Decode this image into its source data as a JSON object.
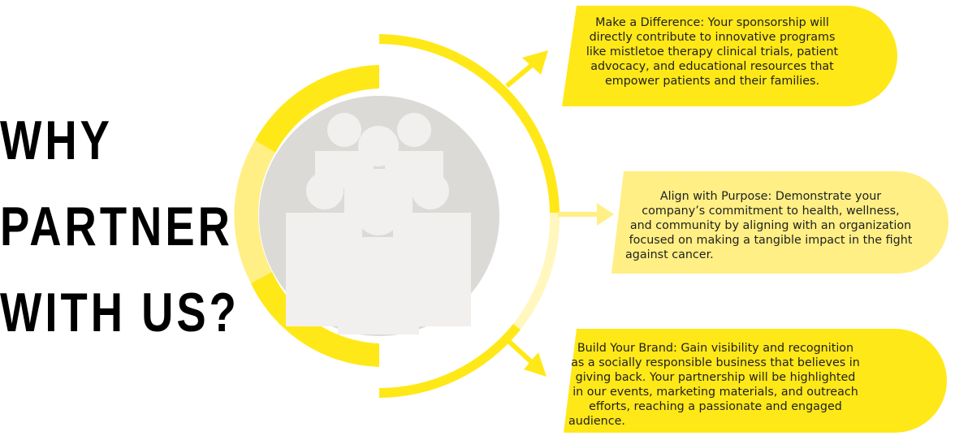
{
  "headline": [
    "WHY",
    "PARTNER",
    "WITH US?"
  ],
  "colors": {
    "yellow": "#ffe817",
    "pale_yellow": "#ffef85",
    "light_yellow": "#fff7be",
    "grey_circle": "#dcdad6",
    "people_fill": "#f2f0ee",
    "text": "#1f1f1f"
  },
  "center_icon": "group-of-people-icon",
  "callouts": [
    {
      "id": "make-a-difference",
      "lines": [
        "Make a Difference: Your sponsorship will",
        "directly contribute to innovative programs",
        "like mistletoe therapy clinical trials, patient",
        "advocacy, and educational resources that",
        "empower patients and their families."
      ]
    },
    {
      "id": "align-with-purpose",
      "lines": [
        "Align with Purpose: Demonstrate your",
        "company’s commitment to health, wellness,",
        "and community by aligning with an organization",
        "focused on making a tangible impact in the fight",
        "against cancer."
      ]
    },
    {
      "id": "build-your-brand",
      "lines": [
        "Build Your Brand: Gain visibility and recognition",
        "as a socially responsible business that believes in",
        "giving back. Your partnership will be highlighted",
        "in our events, marketing materials, and outreach",
        "efforts, reaching a passionate and engaged",
        "audience."
      ]
    }
  ]
}
